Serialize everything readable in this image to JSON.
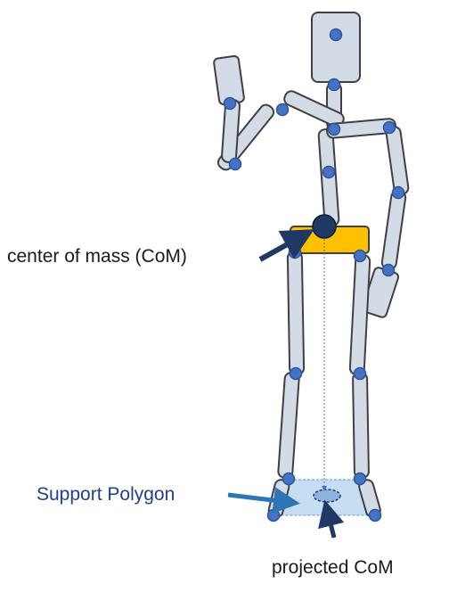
{
  "labels": {
    "com": "center of mass (CoM)",
    "support_polygon": "Support Polygon",
    "projected_com": "projected CoM"
  },
  "colors": {
    "limb_fill": "#d3dbe7",
    "limb_stroke": "#404040",
    "joint": "#4472c4",
    "pelvis": "#ffc000",
    "com_dot": "#1f3864",
    "support_polygon": "#bdd7ee",
    "arrow_dark": "#1f3864",
    "arrow_blue": "#2e75b6"
  }
}
